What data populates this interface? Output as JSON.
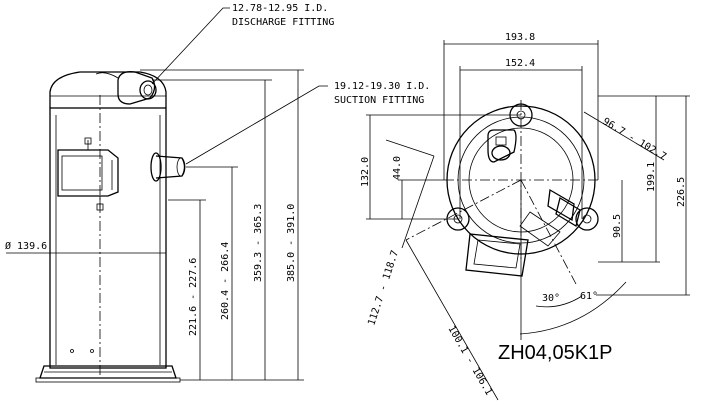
{
  "side_view": {
    "discharge": {
      "size": "12.78-12.95 I.D.",
      "label": "DISCHARGE FITTING"
    },
    "suction": {
      "size": "19.12-19.30 I.D.",
      "label": "SUCTION FITTING"
    },
    "diameter": "Ø 139.6",
    "dim_221": "221.6 - 227.6",
    "dim_260": "260.4 - 266.4",
    "dim_359": "359.3 - 365.3",
    "dim_385": "385.0 - 391.0"
  },
  "top_view": {
    "width_outer": "193.8",
    "width_inner": "152.4",
    "height_132": "132.0",
    "height_44": "44.0",
    "radius_96": "96.7 - 102.7",
    "height_199": "199.1",
    "height_226": "226.5",
    "height_90": "90.5",
    "dim_112": "112.7 - 118.7",
    "dim_100": "100.1 - 106.1",
    "angle_30": "30°",
    "angle_61": "61°"
  },
  "model": "ZH04,05K1P"
}
